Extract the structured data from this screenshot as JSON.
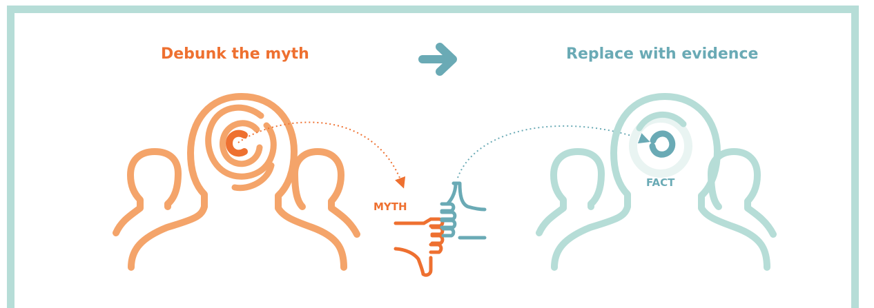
{
  "headings": {
    "left": "Debunk the myth",
    "right": "Replace with evidence"
  },
  "labels": {
    "myth": "MYTH",
    "fact": "FACT"
  },
  "colors": {
    "border": "#b6ddd7",
    "orange_light": "#f4a46a",
    "orange_dark": "#ee7030",
    "teal_light": "#b6ddd7",
    "teal_dark": "#6aaab5"
  },
  "icons": {
    "arrow": "right-arrow-icon",
    "myth_head": "head-with-target-icon",
    "fact_head": "head-with-fact-icon",
    "thumbs": "thumbs-down-thumbs-up-icon"
  }
}
